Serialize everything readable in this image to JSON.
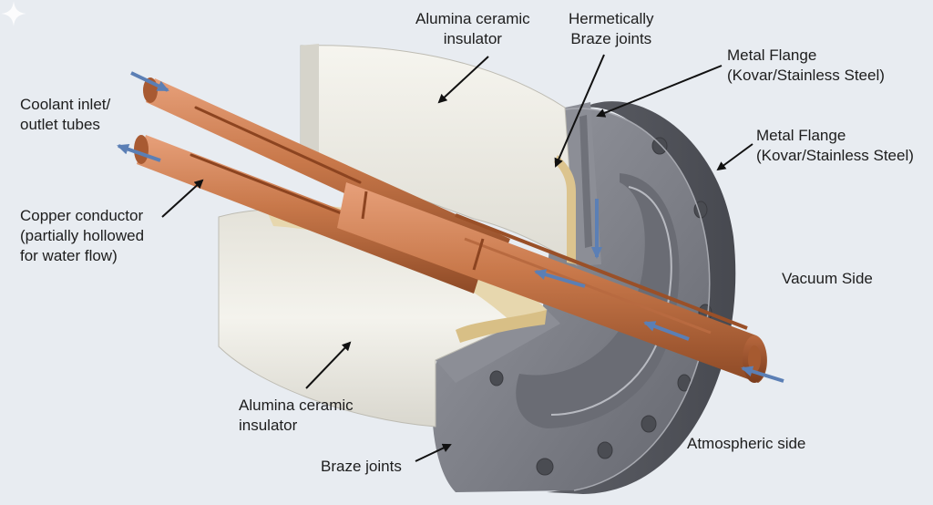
{
  "diagram": {
    "labels": {
      "alumina_top": [
        "Alumina ceramic",
        "insulator"
      ],
      "braze_top": [
        "Hermetically",
        "Braze joints"
      ],
      "flange_a": [
        "Metal Flange",
        "(Kovar/Stainless Steel)"
      ],
      "flange_b": [
        "Metal Flange",
        "(Kovar/Stainless Steel)"
      ],
      "coolant": [
        "Coolant inlet/",
        "outlet tubes"
      ],
      "copper": [
        "Copper conductor",
        "(partially hollowed",
        "for water flow)"
      ],
      "vacuum": "Vacuum Side",
      "alumina_bottom": [
        "Alumina ceramic",
        "insulator"
      ],
      "braze_bottom": "Braze joints",
      "atmospheric": "Atmospheric side"
    },
    "colors": {
      "background": "#e8ecf1",
      "copper": "#c8784a",
      "ceramic": "#ecebe4",
      "flange": "#7f8189",
      "braze": "#dcc48e",
      "flow_arrow": "#5b7fb5",
      "leader": "#111111"
    }
  }
}
